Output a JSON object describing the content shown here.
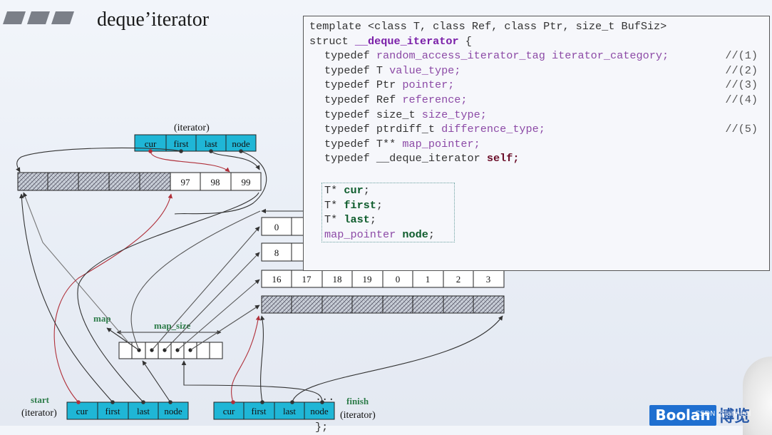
{
  "title": "deque’iterator",
  "diagram": {
    "top_iterator": {
      "label": "(iterator)",
      "fields": [
        "cur",
        "first",
        "last",
        "node"
      ]
    },
    "top_buffer": {
      "values": [
        "97",
        "98",
        "99"
      ]
    },
    "side_buffers": {
      "first": "0",
      "second": "8"
    },
    "bottom_buffer_values": [
      "16",
      "17",
      "18",
      "19",
      "0",
      "1",
      "2",
      "3"
    ],
    "map": {
      "label": "map",
      "size_label": "map_size"
    },
    "start_iterator": {
      "label": "start",
      "sublabel": "(iterator)",
      "fields": [
        "cur",
        "first",
        "last",
        "node"
      ]
    },
    "finish_iterator": {
      "label": "finish",
      "sublabel": "(iterator)",
      "fields": [
        "cur",
        "first",
        "last",
        "node"
      ]
    }
  },
  "code": {
    "line1": "template <class T, class Ref, class Ptr, size_t BufSiz>",
    "struct_kw": "struct ",
    "struct_name": "__deque_iterator",
    "brace_open": " {",
    "typedefs": [
      {
        "kw": "typedef ",
        "type": "random_access_iterator_tag ",
        "name": "iterator_category;",
        "comment": "//(1)"
      },
      {
        "kw": "typedef ",
        "type": "T ",
        "name": "value_type;",
        "comment": "//(2)"
      },
      {
        "kw": "typedef ",
        "type": "Ptr ",
        "name": "pointer;",
        "comment": "//(3)"
      },
      {
        "kw": "typedef ",
        "type": "Ref ",
        "name": "reference;",
        "comment": "//(4)"
      },
      {
        "kw": "typedef ",
        "type": "size_t ",
        "name": "size_type;",
        "comment": ""
      },
      {
        "kw": "typedef ",
        "type": "ptrdiff_t ",
        "name": "difference_type;",
        "comment": "//(5)"
      },
      {
        "kw": "typedef ",
        "type": "T** ",
        "name": "map_pointer;",
        "comment": ""
      },
      {
        "kw": "typedef ",
        "type": "__deque_iterator ",
        "name": "self;",
        "comment": ""
      }
    ],
    "members": [
      {
        "type": "T* ",
        "name": "cur",
        "end": ";"
      },
      {
        "type": "T* ",
        "name": "first",
        "end": ";"
      },
      {
        "type": "T* ",
        "name": "last",
        "end": ";"
      },
      {
        "type": "map_pointer ",
        "name": "node",
        "end": ";"
      }
    ],
    "ellipsis": "...",
    "closing": "};"
  },
  "branding": {
    "logo": "Boolan",
    "logo_cn": "博览",
    "watermark": "CSDN @lanneel"
  },
  "colors": {
    "iterator_cell": "#1fb6d6",
    "pointer_red": "#b0303a",
    "pointer_dark": "#333333",
    "label_green": "#2e7d4a"
  }
}
